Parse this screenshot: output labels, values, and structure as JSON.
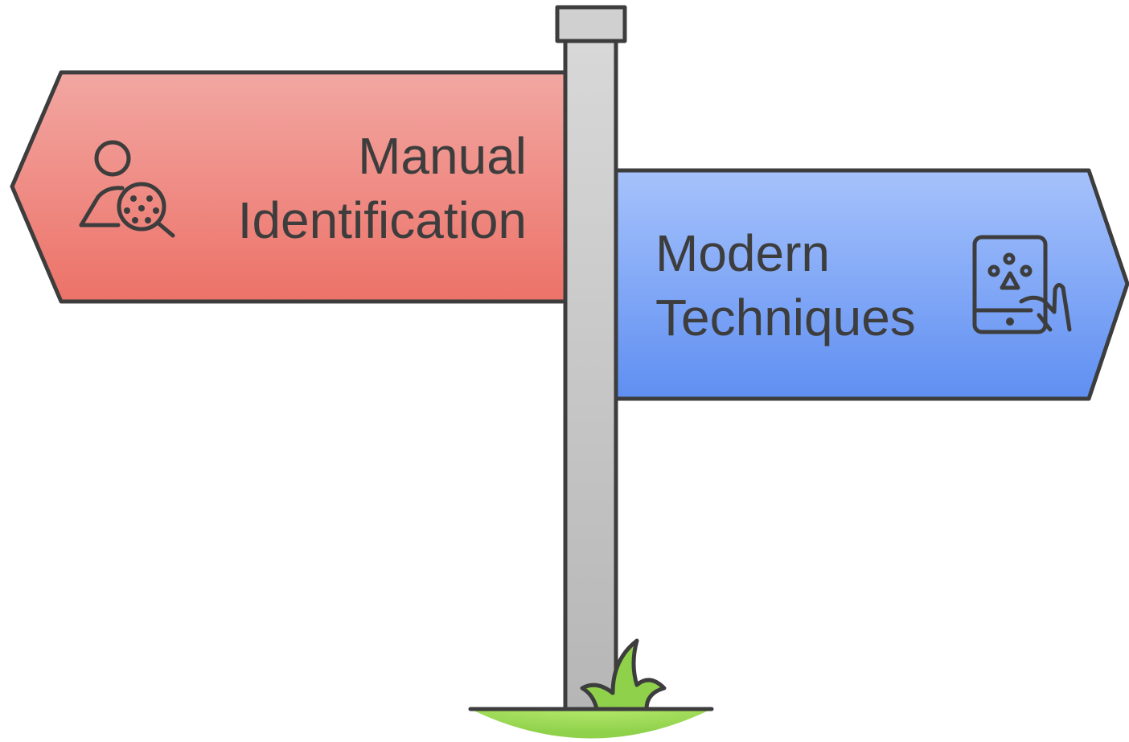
{
  "signs": {
    "left": {
      "line1": "Manual",
      "line2": "Identification",
      "icon": "person-magnifier-paw-icon",
      "color": "#ec7268"
    },
    "right": {
      "line1": "Modern",
      "line2": "Techniques",
      "icon": "tablet-paw-hand-icon",
      "color": "#5f8ff2"
    }
  },
  "colors": {
    "post": "#c9c9c9",
    "grass": "#8fd14a",
    "outline": "#3d3d3d"
  }
}
